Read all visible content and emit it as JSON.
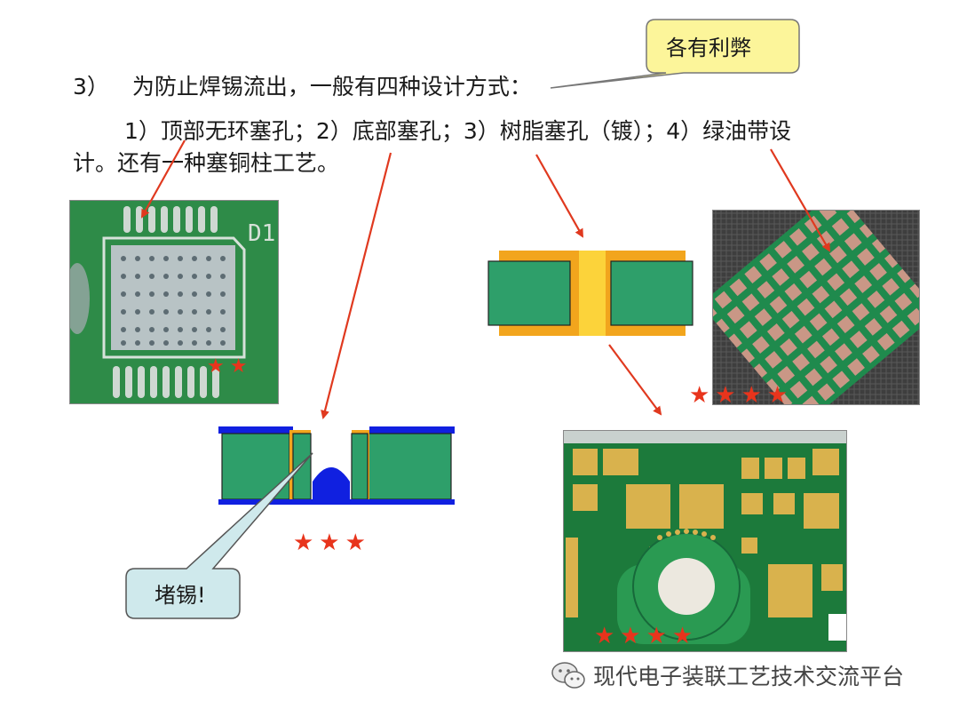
{
  "callout_top": {
    "text": "各有利弊"
  },
  "heading": {
    "number": "3）",
    "text": "为防止焊锡流出，一般有四种设计方式："
  },
  "body": {
    "line1": "1）顶部无环塞孔；2）底部塞孔；3）树脂塞孔（镀）；4）绿油带设",
    "line2": "计。还有一种塞铜柱工艺。"
  },
  "callout_bottom": {
    "text": "堵锡!"
  },
  "photo_labels": {
    "d1": "D1"
  },
  "stars": {
    "photo1": "★★",
    "cross_section_bottom": "★★★",
    "photo_green_grid": "★★★★",
    "photo_pcb_board": "★★★★"
  },
  "watermark": {
    "icon": "wechat-icon",
    "text": "现代电子装联工艺技术交流平台"
  },
  "colors": {
    "arrow": "#e0391f",
    "callout_yellow": "#fcf59a",
    "callout_teal": "#cfe9ec",
    "pcb_green": "#2e9f6a",
    "copper_orange": "#f2a51d",
    "solder_blue": "#1020e0",
    "star_red": "#e8341c"
  }
}
